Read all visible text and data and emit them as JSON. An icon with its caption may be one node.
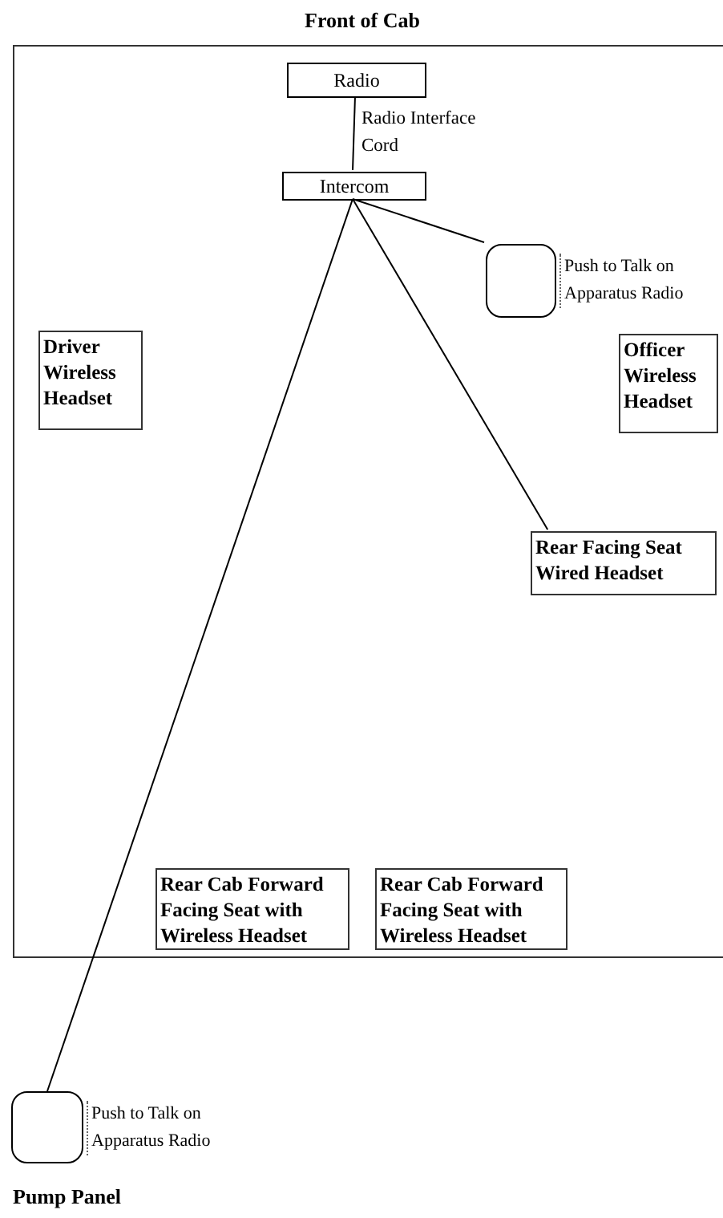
{
  "diagram": {
    "nodes": [
      {
        "text": [
          "Front of Cab"
        ]
      },
      {
        "text": [
          "Radio"
        ],
        "in": 0
      },
      {
        "text": [
          "Intercom"
        ],
        "in": 0
      },
      {
        "text": [],
        "shape": "box",
        "in": 0,
        "beside": [
          "Push to Talk on Apparatus Radio"
        ]
      },
      {
        "text": [
          "Driver Wireless Headset"
        ],
        "in": 0
      },
      {
        "text": [
          "Officer Wireless Headset"
        ],
        "in": 0
      },
      {
        "text": [
          "Rear Facing Seat Wired Headset"
        ],
        "in": 0
      },
      {
        "text": [
          "Rear Cab Forward Facing Seat with Wireless Headset"
        ],
        "in": 0
      },
      {
        "text": [
          "Rear Cab Forward Facing Seat with Wireless Headset"
        ],
        "in": 0
      },
      {
        "text": [],
        "shape": "box",
        "beside": [
          "Push to Talk on Apparatus Radio"
        ]
      }
    ],
    "edges": [
      {
        "from": 1,
        "to": 2,
        "arrow": "none",
        "label": "Radio Interface Cord"
      },
      {
        "from": 2,
        "to": 3,
        "arrow": "none"
      },
      {
        "from": 2,
        "to": 6,
        "arrow": "none"
      },
      {
        "from": 2,
        "to": 9,
        "arrow": "none"
      }
    ],
    "labels": [
      "Pump Panel"
    ]
  }
}
